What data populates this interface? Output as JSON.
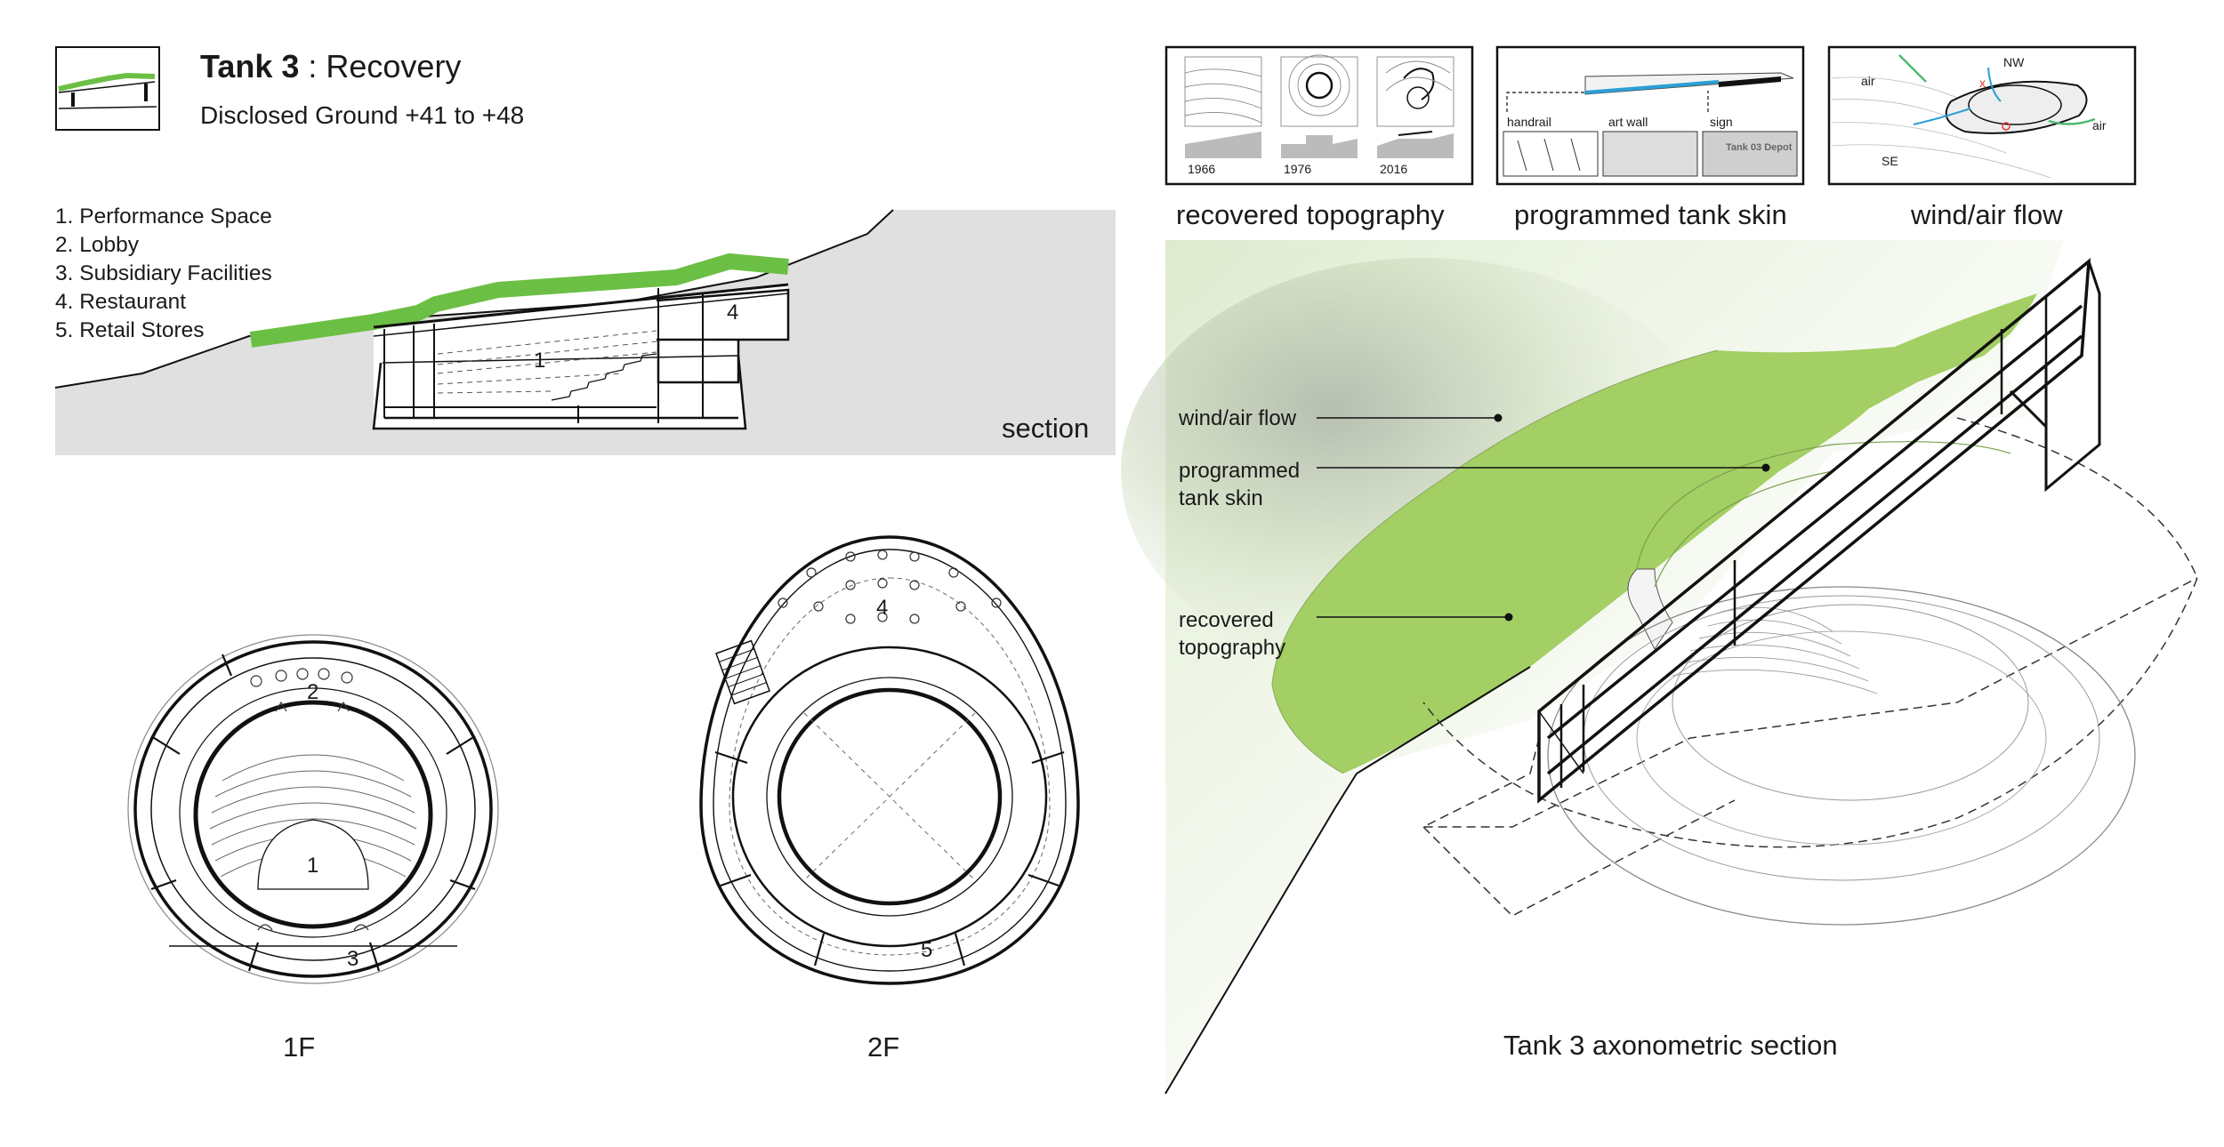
{
  "header": {
    "title_bold": "Tank 3",
    "title_rest": " : Recovery",
    "subtitle": "Disclosed Ground +41 to +48"
  },
  "legend": {
    "items": [
      "1. Performance Space",
      "2. Lobby",
      "3. Subsidiary Facilities",
      "4. Restaurant",
      "5. Retail Stores"
    ]
  },
  "section": {
    "label": "section",
    "num_1": "1",
    "num_4": "4"
  },
  "plans": {
    "f1": {
      "label": "1F",
      "num_1": "1",
      "num_2": "2",
      "num_3": "3"
    },
    "f2": {
      "label": "2F",
      "num_4": "4",
      "num_5": "5"
    }
  },
  "thumbnails": {
    "topography": {
      "caption": "recovered topography",
      "years": [
        "1966",
        "1976",
        "2016"
      ]
    },
    "skin": {
      "caption": "programmed tank skin",
      "labels": [
        "handrail",
        "art wall",
        "sign"
      ],
      "sign_text": "Tank 03 Depot"
    },
    "wind": {
      "caption": "wind/air flow",
      "labels": [
        "air",
        "NW",
        "air",
        "SE"
      ]
    }
  },
  "axonometric": {
    "caption": "Tank 3 axonometric section",
    "callouts": [
      "wind/air flow",
      "programmed tank skin",
      "recovered topography"
    ],
    "callout_lines": {
      "skin": [
        "programmed",
        "tank skin"
      ],
      "topo": [
        "recovered",
        "topography"
      ]
    }
  },
  "colors": {
    "green": "#6cbf45",
    "light_green": "#a3cf64",
    "ground_gray": "#e0e0e0",
    "air_green": "#4db870",
    "air_blue": "#2a9fd6",
    "mark_red": "#e23a3a"
  }
}
